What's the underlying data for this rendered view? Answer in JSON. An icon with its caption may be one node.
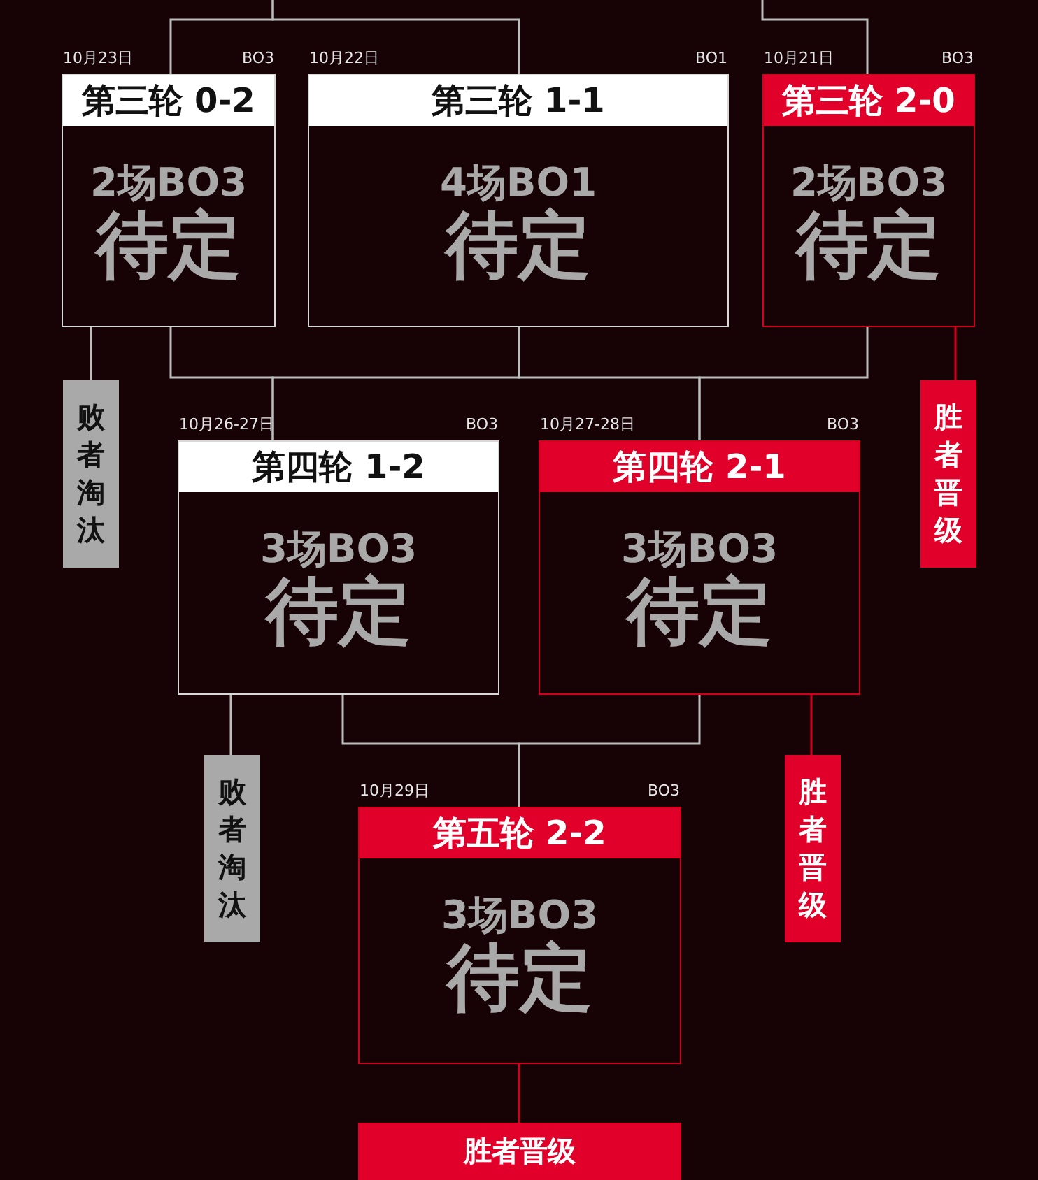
{
  "diagram": {
    "nodes": [
      {
        "text": [
          "第三轮 0-2",
          "2场BO3",
          "待定"
        ],
        "beside": [
          "10月23日",
          "BO3"
        ]
      },
      {
        "text": [
          "第三轮 1-1",
          "4场BO1",
          "待定"
        ],
        "beside": [
          "10月22日",
          "BO1"
        ]
      },
      {
        "text": [
          "第三轮 2-0",
          "2场BO3",
          "待定"
        ],
        "beside": [
          "10月21日",
          "BO3"
        ]
      },
      {
        "text": [
          "败者淘汰"
        ]
      },
      {
        "text": [
          "胜者晋级"
        ]
      },
      {
        "text": [
          "第四轮 1-2",
          "3场BO3",
          "待定"
        ],
        "beside": [
          "10月26-27日",
          "BO3"
        ]
      },
      {
        "text": [
          "第四轮 2-1",
          "3场BO3",
          "待定"
        ],
        "beside": [
          "10月27-28日",
          "BO3"
        ]
      },
      {
        "text": [
          "败者淘汰"
        ]
      },
      {
        "text": [
          "胜者晋级"
        ]
      },
      {
        "text": [
          "第五轮 2-2",
          "3场BO3",
          "待定"
        ],
        "beside": [
          "10月29日",
          "BO3"
        ]
      },
      {
        "text": [
          "胜者晋级"
        ]
      }
    ],
    "edges": [
      {
        "from": null,
        "to": 0,
        "arrow": "none"
      },
      {
        "from": null,
        "to": 1,
        "arrow": "none"
      },
      {
        "from": null,
        "to": 2,
        "arrow": "none"
      },
      {
        "from": 0,
        "to": 5,
        "arrow": "none"
      },
      {
        "from": 1,
        "to": 5,
        "arrow": "none"
      },
      {
        "from": 1,
        "to": 6,
        "arrow": "none"
      },
      {
        "from": 2,
        "to": 6,
        "arrow": "none"
      },
      {
        "from": 0,
        "to": 3,
        "arrow": "none"
      },
      {
        "from": 2,
        "to": 4,
        "arrow": "none",
        "color": "#d2001f"
      },
      {
        "from": 5,
        "to": 7,
        "arrow": "none"
      },
      {
        "from": 6,
        "to": 8,
        "arrow": "none",
        "color": "#d2001f"
      },
      {
        "from": 5,
        "to": 9,
        "arrow": "none"
      },
      {
        "from": 6,
        "to": 9,
        "arrow": "none"
      },
      {
        "from": 9,
        "to": 10,
        "arrow": "none",
        "color": "#d2001f"
      }
    ]
  }
}
